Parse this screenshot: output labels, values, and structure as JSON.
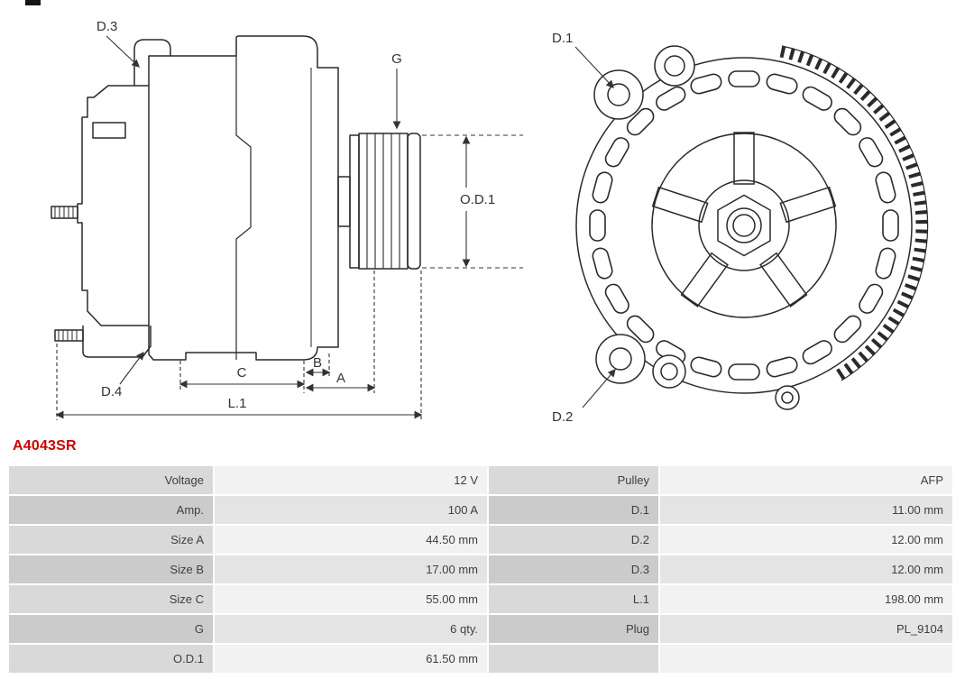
{
  "part_number": "A4043SR",
  "colors": {
    "part_number_red": "#cc0000",
    "table_label_bg": "#d9d9d9",
    "table_label_bg_alt": "#cbcbcb",
    "table_value_bg": "#f2f2f2",
    "table_value_bg_alt": "#e4e4e4",
    "drawing_line": "#2a2a2a",
    "text": "#3f3f3f"
  },
  "drawing": {
    "side_view": {
      "labels": {
        "d3": "D.3",
        "d4": "D.4",
        "g": "G",
        "od1": "O.D.1",
        "a": "A",
        "b": "B",
        "c": "C",
        "l1": "L.1"
      }
    },
    "rear_view": {
      "labels": {
        "d1": "D.1",
        "d2": "D.2"
      }
    }
  },
  "table": {
    "rows": [
      {
        "label_left": "Voltage",
        "value_left": "12 V",
        "label_right": "Pulley",
        "value_right": "AFP"
      },
      {
        "label_left": "Amp.",
        "value_left": "100 A",
        "label_right": "D.1",
        "value_right": "11.00 mm"
      },
      {
        "label_left": "Size A",
        "value_left": "44.50 mm",
        "label_right": "D.2",
        "value_right": "12.00 mm"
      },
      {
        "label_left": "Size B",
        "value_left": "17.00 mm",
        "label_right": "D.3",
        "value_right": "12.00 mm"
      },
      {
        "label_left": "Size C",
        "value_left": "55.00 mm",
        "label_right": "L.1",
        "value_right": "198.00 mm"
      },
      {
        "label_left": "G",
        "value_left": "6 qty.",
        "label_right": "Plug",
        "value_right": "PL_9104"
      },
      {
        "label_left": "O.D.1",
        "value_left": "61.50 mm",
        "label_right": "",
        "value_right": ""
      }
    ]
  }
}
